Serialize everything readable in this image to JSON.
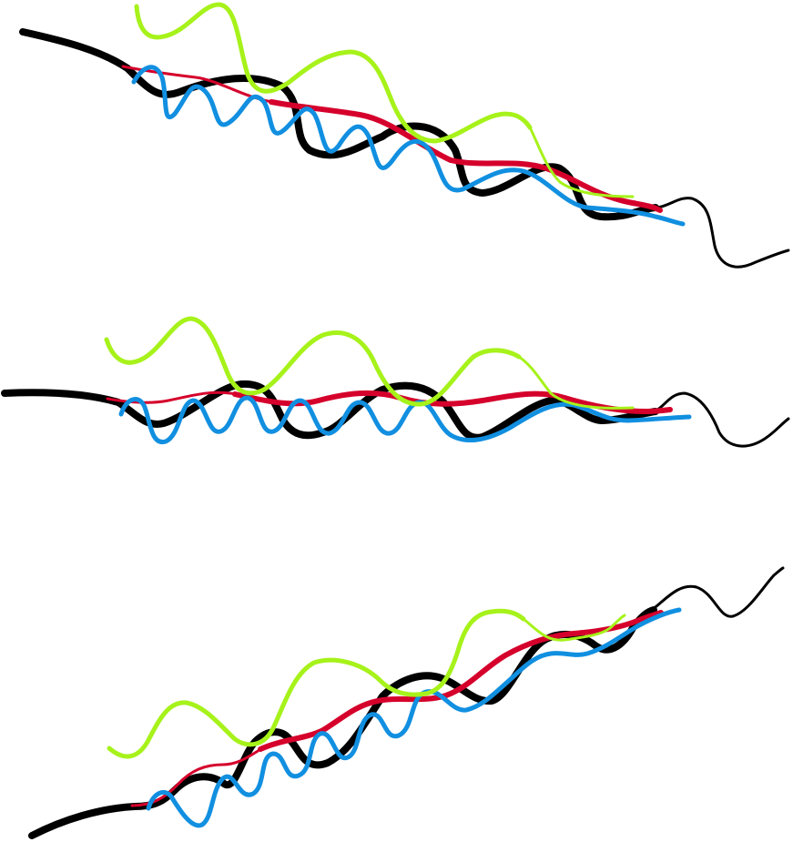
{
  "colors": {
    "background": "#ffffff",
    "black_strand": "#000000",
    "red_strand": "#d5002b",
    "blue_strand": "#118fe0",
    "green_strand": "#a6f21a"
  },
  "panels": [
    {
      "name": "top",
      "strands": [
        "black",
        "red",
        "blue",
        "green"
      ]
    },
    {
      "name": "middle",
      "strands": [
        "black",
        "red",
        "blue",
        "green"
      ]
    },
    {
      "name": "bottom",
      "strands": [
        "black",
        "red",
        "blue",
        "green"
      ]
    }
  ]
}
